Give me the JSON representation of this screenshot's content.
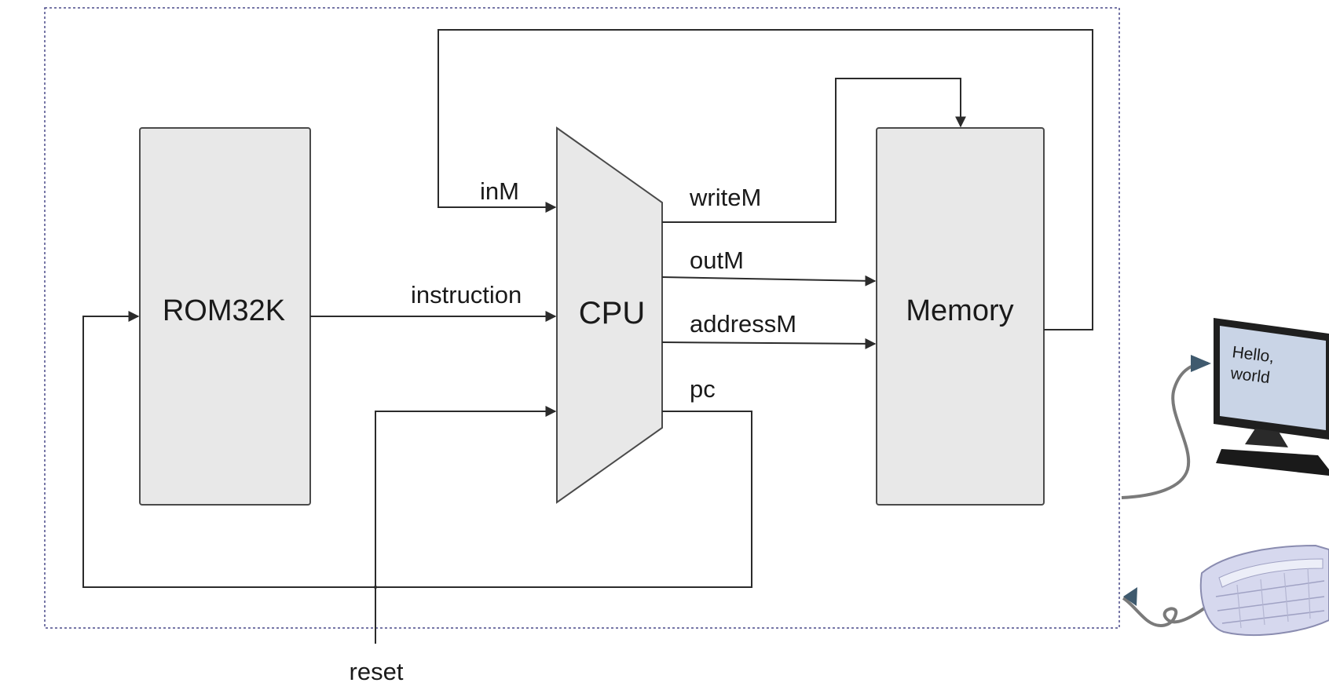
{
  "components": {
    "rom": "ROM32K",
    "cpu": "CPU",
    "memory": "Memory"
  },
  "signals": {
    "inM": "inM",
    "instruction": "instruction",
    "writeM": "writeM",
    "outM": "outM",
    "addressM": "addressM",
    "pc": "pc",
    "reset": "reset"
  },
  "peripherals": {
    "screen_text_line1": "Hello,",
    "screen_text_line2": "world",
    "screen_icon": "monitor-icon",
    "keyboard_icon": "keyboard-icon"
  },
  "colors": {
    "box_fill": "#e8e8e8",
    "wire": "#2b2b2b",
    "border": "#4a4a8a",
    "io_wire": "#7a7a7a",
    "io_arrow": "#3f5a6e"
  }
}
